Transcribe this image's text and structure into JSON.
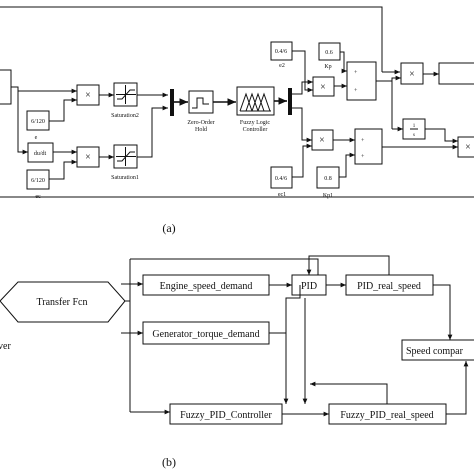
{
  "figure_a": {
    "caption": "(a)",
    "constants": {
      "e2": "0.4/6",
      "kp": "0.6",
      "e": "6/120",
      "ec": "6/120",
      "ec1": "0.4/6",
      "kp1": "0.8"
    },
    "labels": {
      "e2": "e2",
      "kp": "Kp",
      "e": "e",
      "ec": "ec",
      "ec1": "ec1",
      "kp1": "Kp1",
      "saturation2": "Saturation2",
      "saturation1": "Saturation1",
      "zoh_line1": "Zero-Order",
      "zoh_line2": "Hold",
      "flc_line1": "Fuzzy Logic",
      "flc_line2": "Controller",
      "derivative": "du/dt",
      "integrator_num": "1",
      "integrator_den": "s",
      "multiply": "×",
      "sum_plus": "+"
    }
  },
  "figure_b": {
    "caption": "(b)",
    "blocks": {
      "transfer_fcn": "Transfer Fcn",
      "engine_speed_demand": "Engine_speed_demand",
      "pid": "PID",
      "pid_real_speed": "PID_real_speed",
      "generator_torque_demand": "Generator_torque_demand",
      "speed_compar": "Speed compar",
      "fuzzy_pid_controller": "Fuzzy_PID_Controller",
      "fuzzy_pid_real_speed": "Fuzzy_PID_real_speed"
    },
    "left_label": "ver"
  }
}
